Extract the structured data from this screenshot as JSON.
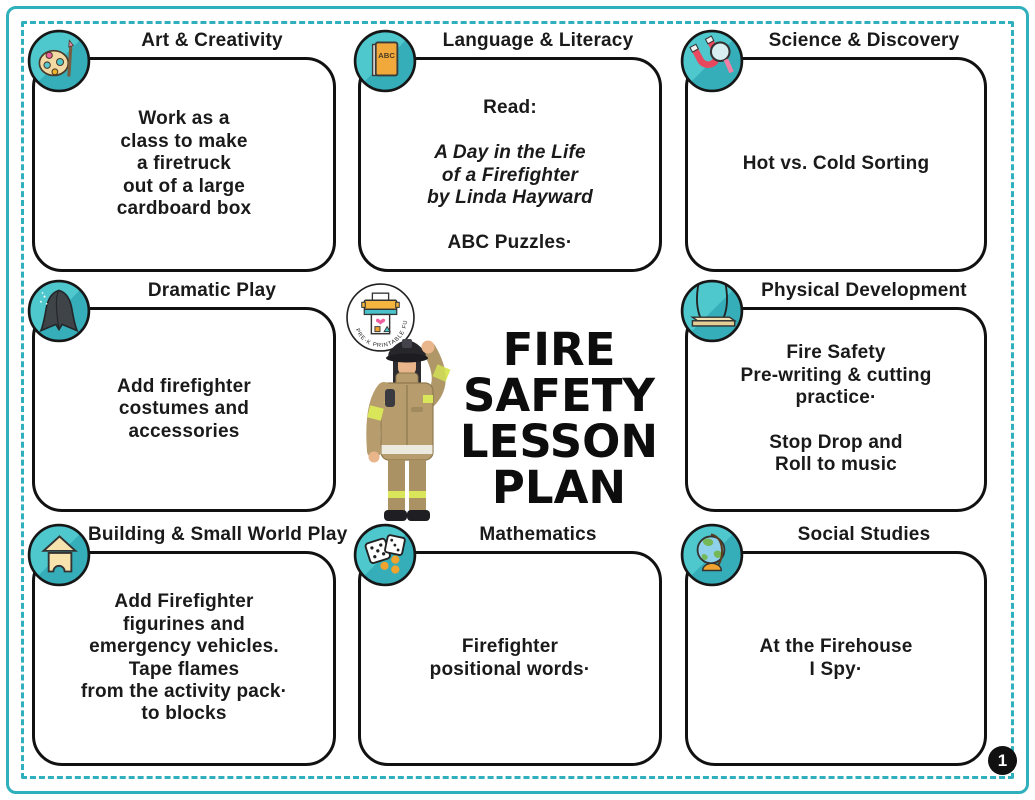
{
  "page": {
    "number": "1",
    "title_lines": "FIRE\nSAFETY\nLESSON\nPLAN",
    "logo_text": "PRE-K  PRINTABLE  FUN",
    "border_color": "#2fb0bc"
  },
  "icons": {
    "abc_label": "ABC"
  },
  "sections": {
    "art": {
      "label": "Art & Creativity",
      "icon": "palette-icon",
      "text": "Work as a\nclass to make\na firetruck\nout of a large\ncardboard box"
    },
    "literacy": {
      "label": "Language & Literacy",
      "icon": "abc-book-icon",
      "read_label": "Read:",
      "book_title": "A Day in the Life\nof a Firefighter\nby Linda Hayward",
      "activity": "ABC Puzzles·"
    },
    "science": {
      "label": "Science & Discovery",
      "icon": "magnet-magnifier-icon",
      "text": "Hot vs. Cold Sorting"
    },
    "dramatic": {
      "label": "Dramatic Play",
      "icon": "cape-icon",
      "text": "Add firefighter\ncostumes and\naccessories"
    },
    "physical": {
      "label": "Physical Development",
      "icon": "swing-icon",
      "text": "Fire Safety\nPre-writing & cutting\npractice·\n\nStop Drop and\nRoll to music"
    },
    "building": {
      "label": "Building & Small World Play",
      "icon": "blocks-icon",
      "text": "Add Firefighter\nfigurines and\nemergency vehicles.\nTape flames\nfrom the activity pack·\nto blocks"
    },
    "math": {
      "label": "Mathematics",
      "icon": "dice-icon",
      "text": "Firefighter\npositional words·"
    },
    "social": {
      "label": "Social Studies",
      "icon": "globe-icon",
      "text": "At the Firehouse\nI Spy·"
    }
  }
}
